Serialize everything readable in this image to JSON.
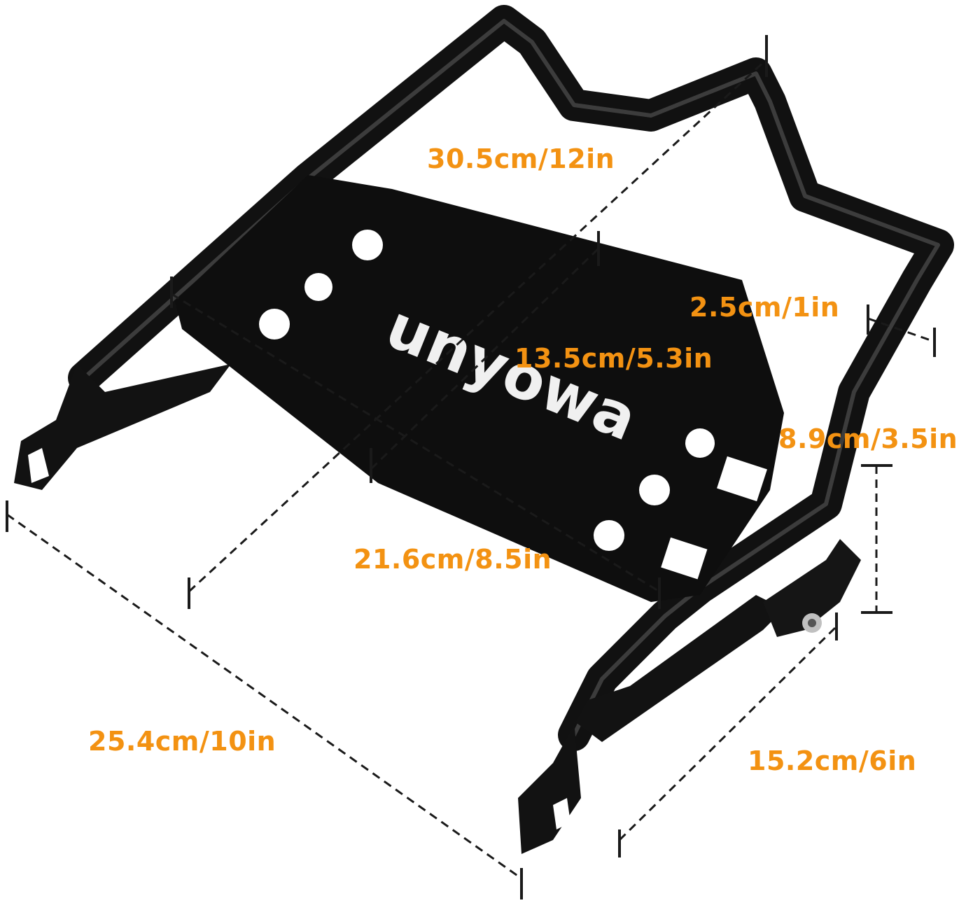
{
  "colors": {
    "accent": "#f39212",
    "metal": "#111111",
    "dash": "#1a1a1a",
    "background": "#ffffff"
  },
  "logo_text": "unyowa",
  "dimensions": {
    "top_length": "30.5cm/12in",
    "tube_diameter": "2.5cm/1in",
    "plate_width": "13.5cm/5.3in",
    "height": "8.9cm/3.5in",
    "plate_length": "21.6cm/8.5in",
    "overall_length": "25.4cm/10in",
    "mount_width": "15.2cm/6in"
  }
}
